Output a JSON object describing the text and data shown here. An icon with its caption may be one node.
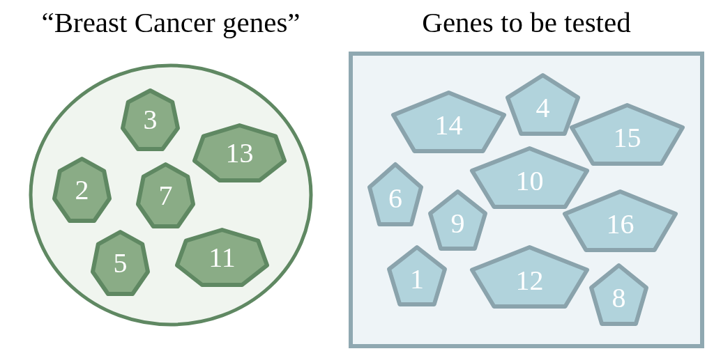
{
  "diagram": {
    "nodes": [
      {
        "text": [
          "“Breast Cancer genes”"
        ]
      },
      {
        "text": [
          "3"
        ],
        "in": 0
      },
      {
        "text": [
          "13"
        ],
        "in": 0
      },
      {
        "text": [
          "2"
        ],
        "in": 0
      },
      {
        "text": [
          "7"
        ],
        "in": 0
      },
      {
        "text": [
          "5"
        ],
        "in": 0
      },
      {
        "text": [
          "11"
        ],
        "in": 0
      },
      {
        "text": [
          "Genes to be tested"
        ]
      },
      {
        "text": [
          "14"
        ],
        "in": 7
      },
      {
        "text": [
          "4"
        ],
        "in": 7
      },
      {
        "text": [
          "15"
        ],
        "in": 7
      },
      {
        "text": [
          "6"
        ],
        "in": 7
      },
      {
        "text": [
          "10"
        ],
        "in": 7
      },
      {
        "text": [
          "9"
        ],
        "in": 7
      },
      {
        "text": [
          "16"
        ],
        "in": 7
      },
      {
        "text": [
          "1"
        ],
        "in": 7
      },
      {
        "text": [
          "12"
        ],
        "in": 7
      },
      {
        "text": [
          "8"
        ],
        "in": 7
      }
    ]
  }
}
